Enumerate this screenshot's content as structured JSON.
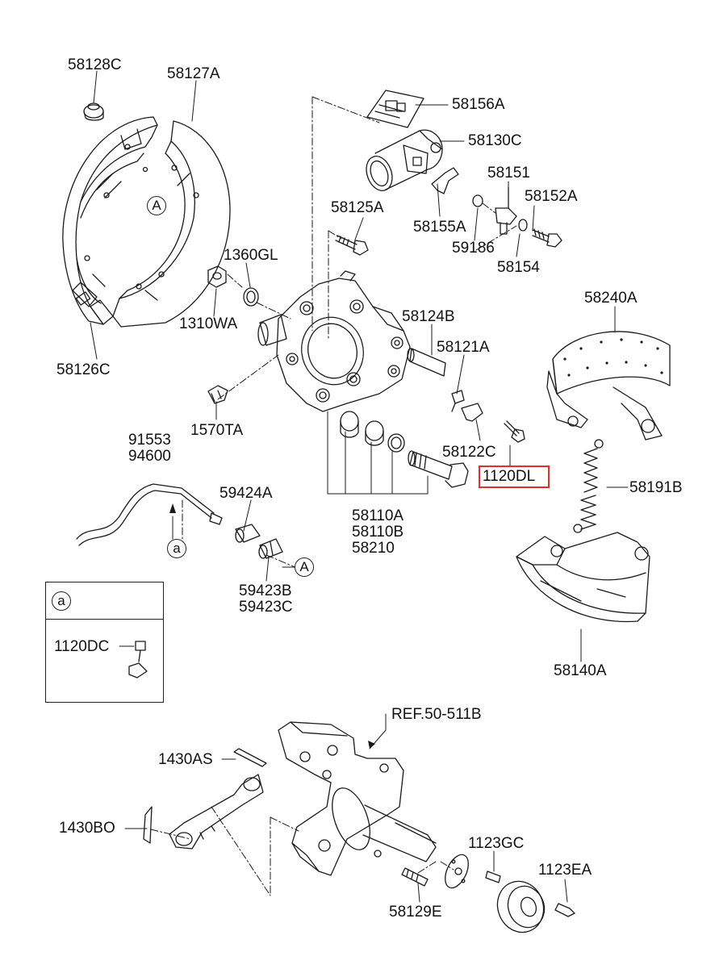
{
  "diagram": {
    "labels": {
      "p58128C": "58128C",
      "p58127A": "58127A",
      "p58126C": "58126C",
      "p58156A": "58156A",
      "p58130C": "58130C",
      "p58151": "58151",
      "p58152A": "58152A",
      "p58125A": "58125A",
      "p58155A": "58155A",
      "p59186": "59186",
      "p58154": "58154",
      "p1360GL": "1360GL",
      "p1310WA": "1310WA",
      "p58124B": "58124B",
      "p58121A": "58121A",
      "p58240A": "58240A",
      "p1570TA": "1570TA",
      "p58122C": "58122C",
      "p1120DL": "1120DL",
      "p58191B": "58191B",
      "p91553": "91553",
      "p94600": "94600",
      "p59424A": "59424A",
      "p58110A": "58110A",
      "p58110B": "58110B",
      "p58210": "58210",
      "p59423B": "59423B",
      "p59423C": "59423C",
      "p1120DC": "1120DC",
      "p58140A": "58140A",
      "pREF": "REF.50-511B",
      "p1430AS": "1430AS",
      "p1430BO": "1430BO",
      "p1123GC": "1123GC",
      "p1123EA": "1123EA",
      "p58129E": "58129E"
    },
    "callouts": {
      "A1": "A",
      "A2": "A",
      "a1": "a",
      "a2": "a"
    },
    "highlighted_part": "1120DL",
    "highlight_color": "#e0302a"
  }
}
